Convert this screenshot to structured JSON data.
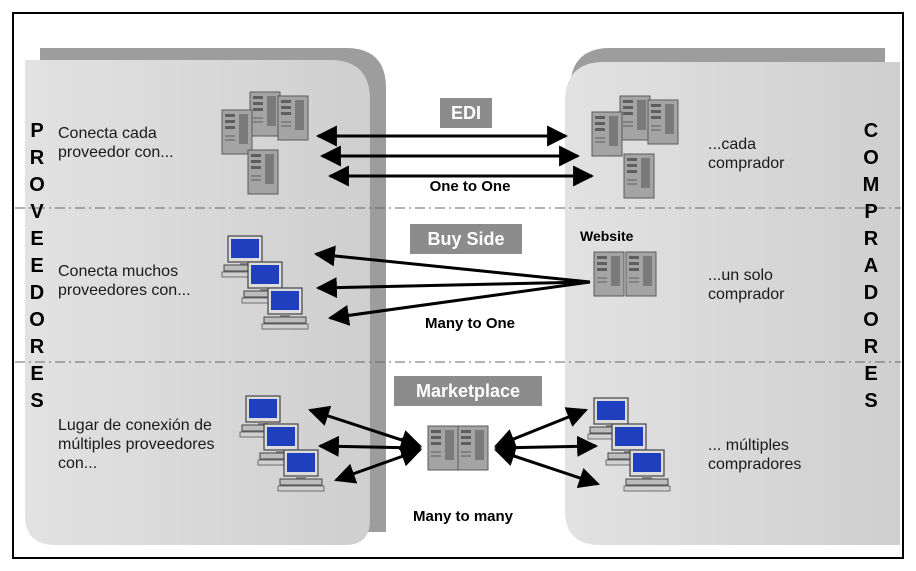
{
  "left_column": {
    "title_letters": [
      "P",
      "R",
      "O",
      "V",
      "E",
      "E",
      "D",
      "O",
      "R",
      "E",
      "S"
    ]
  },
  "right_column": {
    "title_letters": [
      "C",
      "O",
      "M",
      "P",
      "R",
      "A",
      "D",
      "O",
      "R",
      "E",
      "S"
    ]
  },
  "rows": [
    {
      "header": "EDI",
      "left_text": [
        "Conecta cada",
        "proveedor con..."
      ],
      "right_text": [
        "...cada",
        "comprador"
      ],
      "caption": "One to One"
    },
    {
      "header": "Buy Side",
      "left_text": [
        "Conecta muchos",
        "proveedores con..."
      ],
      "right_text": [
        "...un solo",
        "comprador"
      ],
      "caption": "Many to One",
      "right_label": "Website"
    },
    {
      "header": "Marketplace",
      "left_text": [
        "Lugar de conexión de",
        "múltiples proveedores",
        "con..."
      ],
      "right_text": [
        "... múltiples",
        "compradores"
      ],
      "caption": "Many to many"
    }
  ],
  "colors": {
    "panel": "#d6d6d6",
    "panel_shadow": "#9a9a9a",
    "header_box": "#8c8c8c",
    "monitor_screen": "#1f3fbf",
    "server": "#9c9c9c"
  },
  "icons": [
    "server-rack-icon",
    "desktop-computer-icon",
    "arrow-icon"
  ]
}
